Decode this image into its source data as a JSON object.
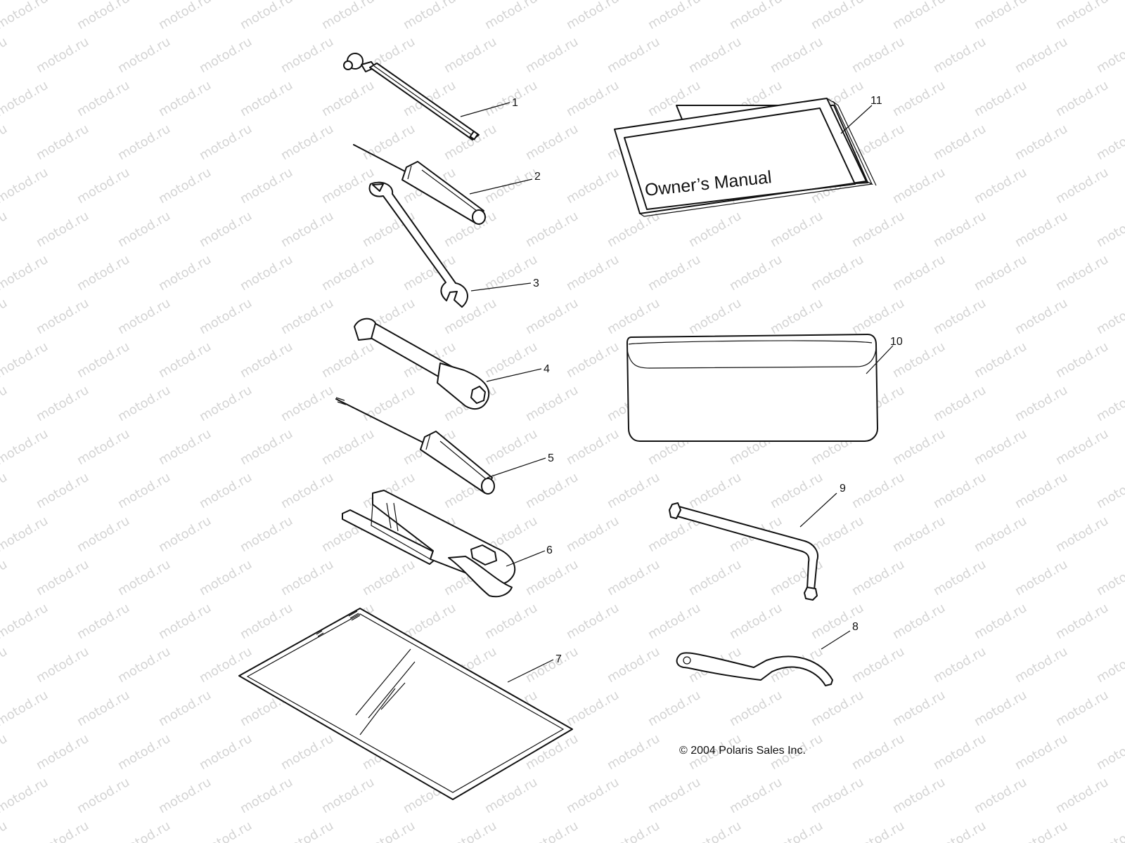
{
  "watermark": {
    "text": "motod.ru",
    "color": "#d4d4d4"
  },
  "manual": {
    "title": "Owner’s Manual"
  },
  "callouts": [
    "1",
    "2",
    "3",
    "4",
    "5",
    "6",
    "7",
    "8",
    "9",
    "10",
    "11"
  ],
  "copyright": "© 2004 Polaris Sales Inc."
}
